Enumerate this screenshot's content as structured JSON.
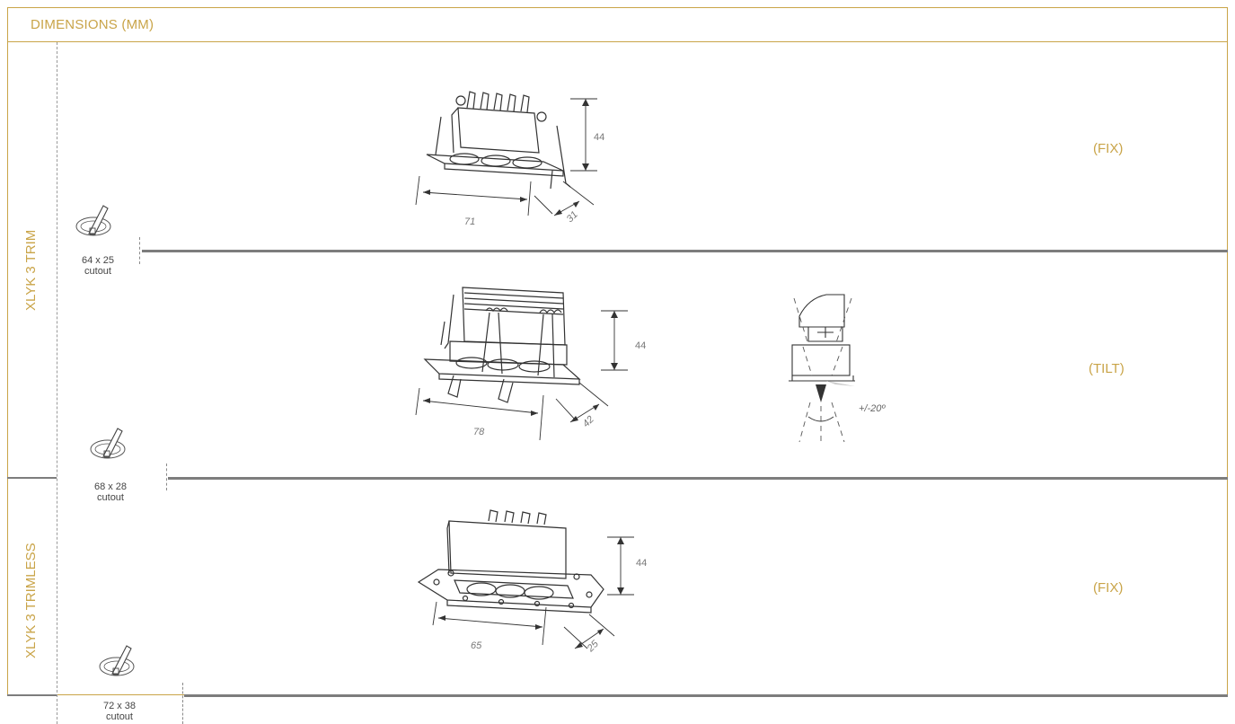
{
  "header": {
    "title": "DIMENSIONS (MM)"
  },
  "sections": [
    {
      "label": "XLYK 3 TRIM"
    },
    {
      "label": "XLYK 3 TRIMLESS"
    }
  ],
  "rows": [
    {
      "mode": "(FIX)",
      "cutout_size": "64 x 25",
      "cutout_label": "cutout",
      "dim_height": "44",
      "dim_width": "71",
      "dim_depth": "31"
    },
    {
      "mode": "(TILT)",
      "cutout_size": "68 x 28",
      "cutout_label": "cutout",
      "dim_height": "44",
      "dim_width": "78",
      "dim_depth": "42",
      "tilt_angle": "+/-20º"
    },
    {
      "mode": "(FIX)",
      "cutout_size": "72 x 38",
      "cutout_label": "cutout",
      "dim_height": "44",
      "dim_width": "65",
      "dim_depth": "25"
    }
  ],
  "colors": {
    "accent": "#c9a448",
    "line": "#7d7d7d",
    "text": "#444444"
  }
}
